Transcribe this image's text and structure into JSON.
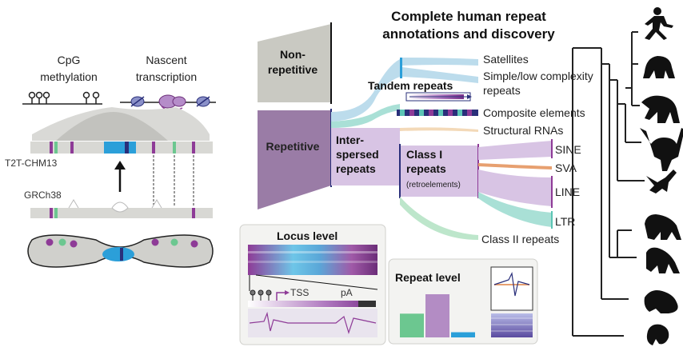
{
  "title_line1": "Complete human repeat",
  "title_line2": "annotations and discovery",
  "left_panel": {
    "cpg_line1": "CpG",
    "cpg_line2": "methylation",
    "nascent_line1": "Nascent",
    "nascent_line2": "transcription",
    "t2t_label": "T2T-CHM13",
    "grch38_label": "GRCh38"
  },
  "sankey": {
    "non_line1": "Non-",
    "non_line2": "repetitive",
    "repetitive": "Repetitive",
    "inter_line1": "Inter-",
    "inter_line2": "spersed",
    "inter_line3": "repeats",
    "tandem": "Tandem repeats",
    "class1_line1": "Class I",
    "class1_line2": "repeats",
    "class1_sub": "(retroelements)",
    "satellites": "Satellites",
    "simple_line1": "Simple/low complexity",
    "simple_line2": "repeats",
    "composite": "Composite elements",
    "structural": "Structural RNAs",
    "sine": "SINE",
    "sva": "SVA",
    "line": "LINE",
    "ltr": "LTR",
    "class2": "Class II repeats"
  },
  "locus_panel": {
    "title": "Locus level",
    "tss": "TSS",
    "pa": "pA"
  },
  "repeat_panel": {
    "title": "Repeat level",
    "bar_values": [
      0.55,
      1.0,
      0.12
    ]
  },
  "colors": {
    "purple": "#8e3b97",
    "teal": "#5cc5b5",
    "green": "#6cc790",
    "blue": "#2b9fd9",
    "navy": "#2a2f7a",
    "gray": "#d0d0cc",
    "sankey_gray": "#c9c9c2",
    "sankey_purple": "#9a7ca6",
    "light_purple": "#d8c4e4",
    "light_blue": "#bcdcec",
    "light_teal": "#a9e0d6"
  },
  "icons": [
    "runner-icon",
    "gorilla-icon",
    "chimpanzee-icon",
    "orangutan-icon",
    "gibbon-icon",
    "macaque-icon",
    "monkey-icon",
    "lemur-icon",
    "tarsier-icon"
  ]
}
